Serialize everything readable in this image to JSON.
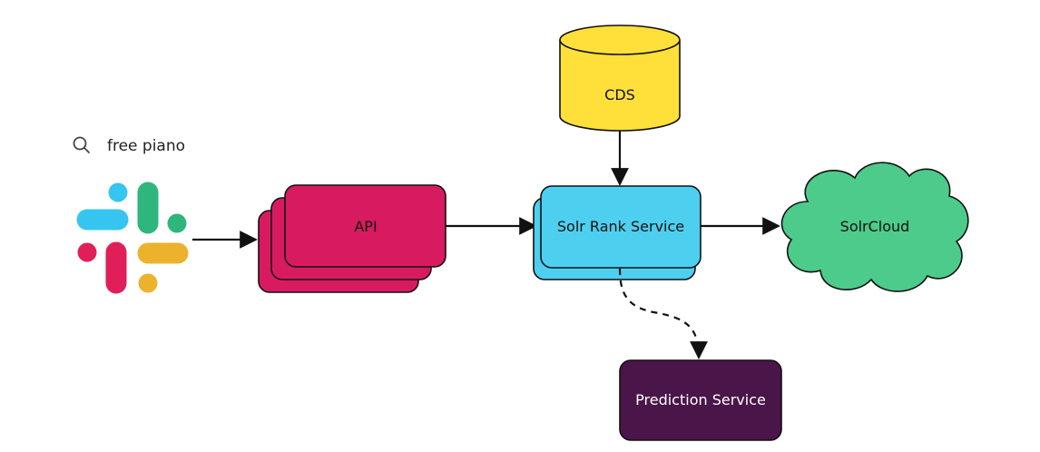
{
  "search": {
    "query": "free piano"
  },
  "nodes": {
    "api": "API",
    "cds": "CDS",
    "solr_rank": "Solr Rank Service",
    "solrcloud": "SolrCloud",
    "prediction": "Prediction Service"
  },
  "colors": {
    "api_fill": "#D81B60",
    "cds_fill": "#FFE03A",
    "solr_rank_fill": "#4DD0F0",
    "solrcloud_fill": "#4CCB8A",
    "prediction_fill": "#4A1548",
    "slack_blue": "#36C5F0",
    "slack_green": "#2EB67D",
    "slack_red": "#E01E5A",
    "slack_yellow": "#ECB22E",
    "stroke": "#111111"
  }
}
